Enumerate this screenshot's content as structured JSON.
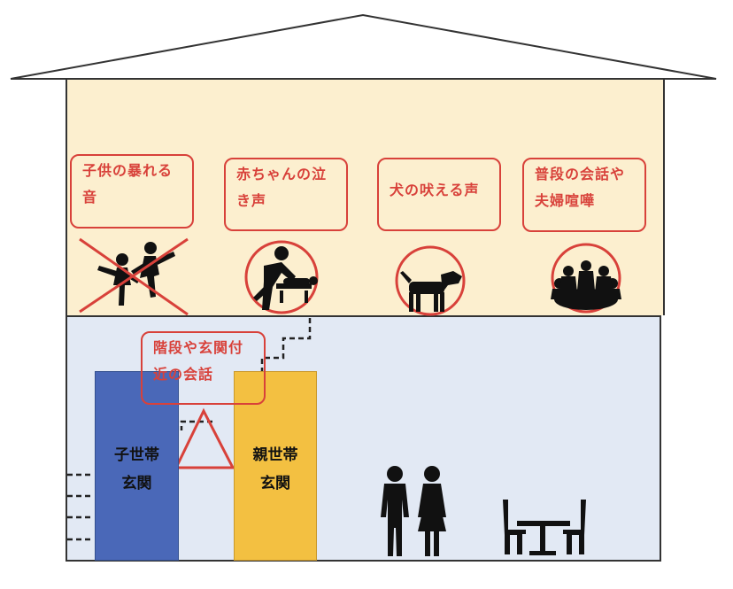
{
  "upper_labels": [
    {
      "id": "kids",
      "line1": "子供の暴れる",
      "line2": "音"
    },
    {
      "id": "baby",
      "line1": "赤ちゃんの泣",
      "line2": "き声"
    },
    {
      "id": "dog",
      "line1": "犬の吠える声",
      "line2": ""
    },
    {
      "id": "talk",
      "line1": "普段の会話や",
      "line2": "夫婦喧嘩"
    }
  ],
  "lower_label": {
    "line1": "階段や玄関付",
    "line2": "近の会話"
  },
  "doors": {
    "child": {
      "line1": "子世帯",
      "line2": "玄関"
    },
    "parent": {
      "line1": "親世帯",
      "line2": "玄関"
    }
  },
  "icons": [
    "kids-playing-crossed-icon",
    "baby-changing-icon",
    "dog-icon",
    "meeting-group-icon",
    "couple-icon",
    "dining-table-icon",
    "warning-triangle-icon"
  ],
  "colors": {
    "accent": "#d8413a",
    "upper_floor": "#fcefcf",
    "lower_floor": "#e2e9f4",
    "child_door": "#4a68b8",
    "parent_door": "#f3c041"
  }
}
